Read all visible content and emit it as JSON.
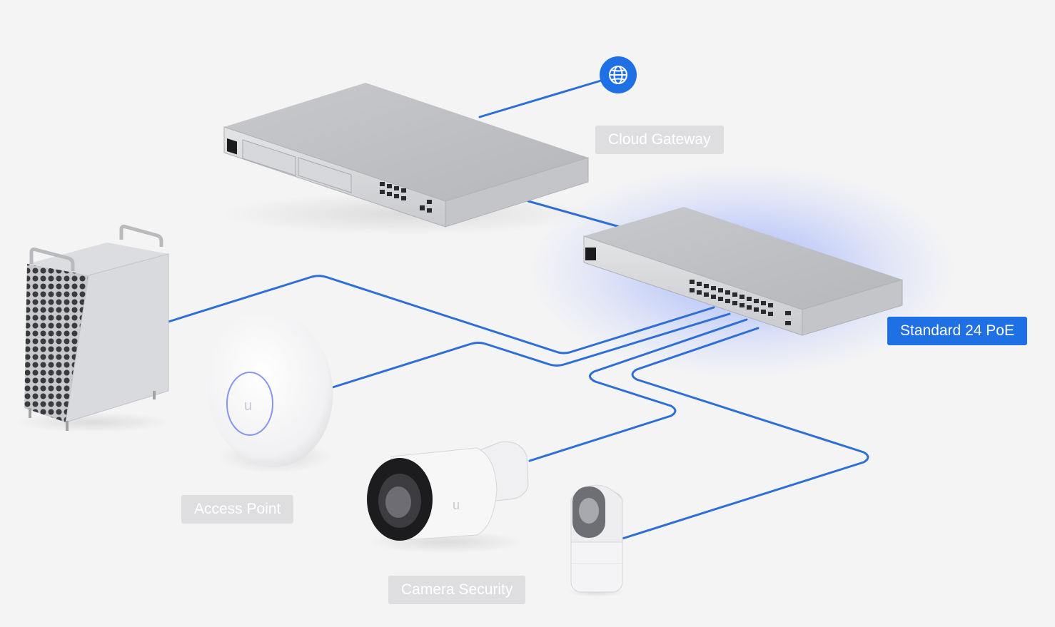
{
  "labels": {
    "cloud_gateway": "Cloud Gateway",
    "switch": "Standard 24 PoE",
    "access_point": "Access Point",
    "camera_security": "Camera Security"
  },
  "icons": {
    "internet": "globe-icon",
    "ap_logo": "ubiquiti-u-logo",
    "camera_logo": "ubiquiti-u-logo"
  },
  "colors": {
    "cable": "#2d6fd6",
    "accent": "#1f6fe5",
    "label_muted_bg": "#dedee0",
    "label_text": "#ffffff",
    "background": "#f4f4f5",
    "switch_glow": "#6b8cff"
  }
}
